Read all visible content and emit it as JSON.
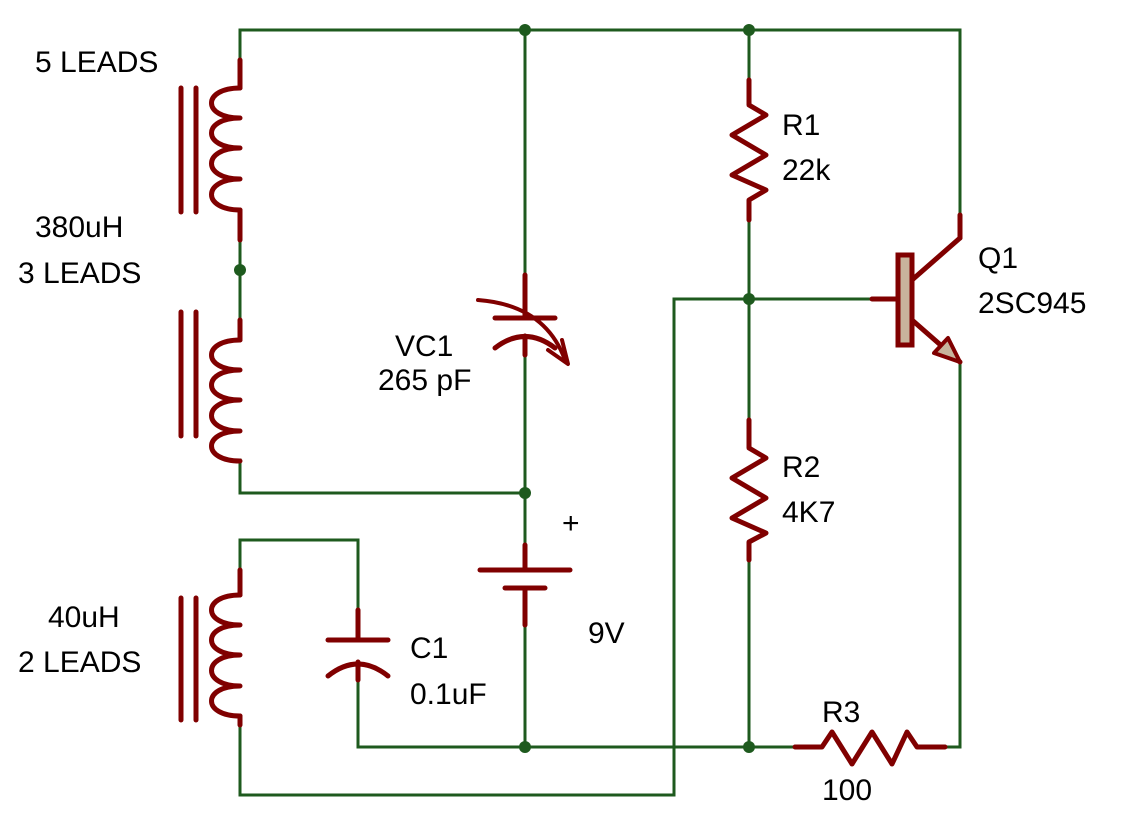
{
  "coil_upper": {
    "leads": "5 LEADS",
    "inductance": "380uH",
    "tap": "3 LEADS"
  },
  "coil_lower": {
    "inductance": "40uH",
    "leads": "2 LEADS"
  },
  "vc1": {
    "ref": "VC1",
    "value": "265 pF"
  },
  "c1": {
    "ref": "C1",
    "value": "0.1uF"
  },
  "battery": {
    "polarity": "+",
    "value": "9V"
  },
  "r1": {
    "ref": "R1",
    "value": "22k"
  },
  "r2": {
    "ref": "R2",
    "value": "4K7"
  },
  "r3": {
    "ref": "R3",
    "value": "100"
  },
  "q1": {
    "ref": "Q1",
    "part": "2SC945"
  },
  "colors": {
    "wire": "#1e5a1e",
    "component": "#800000",
    "transistor_body": "#c8b49c"
  }
}
